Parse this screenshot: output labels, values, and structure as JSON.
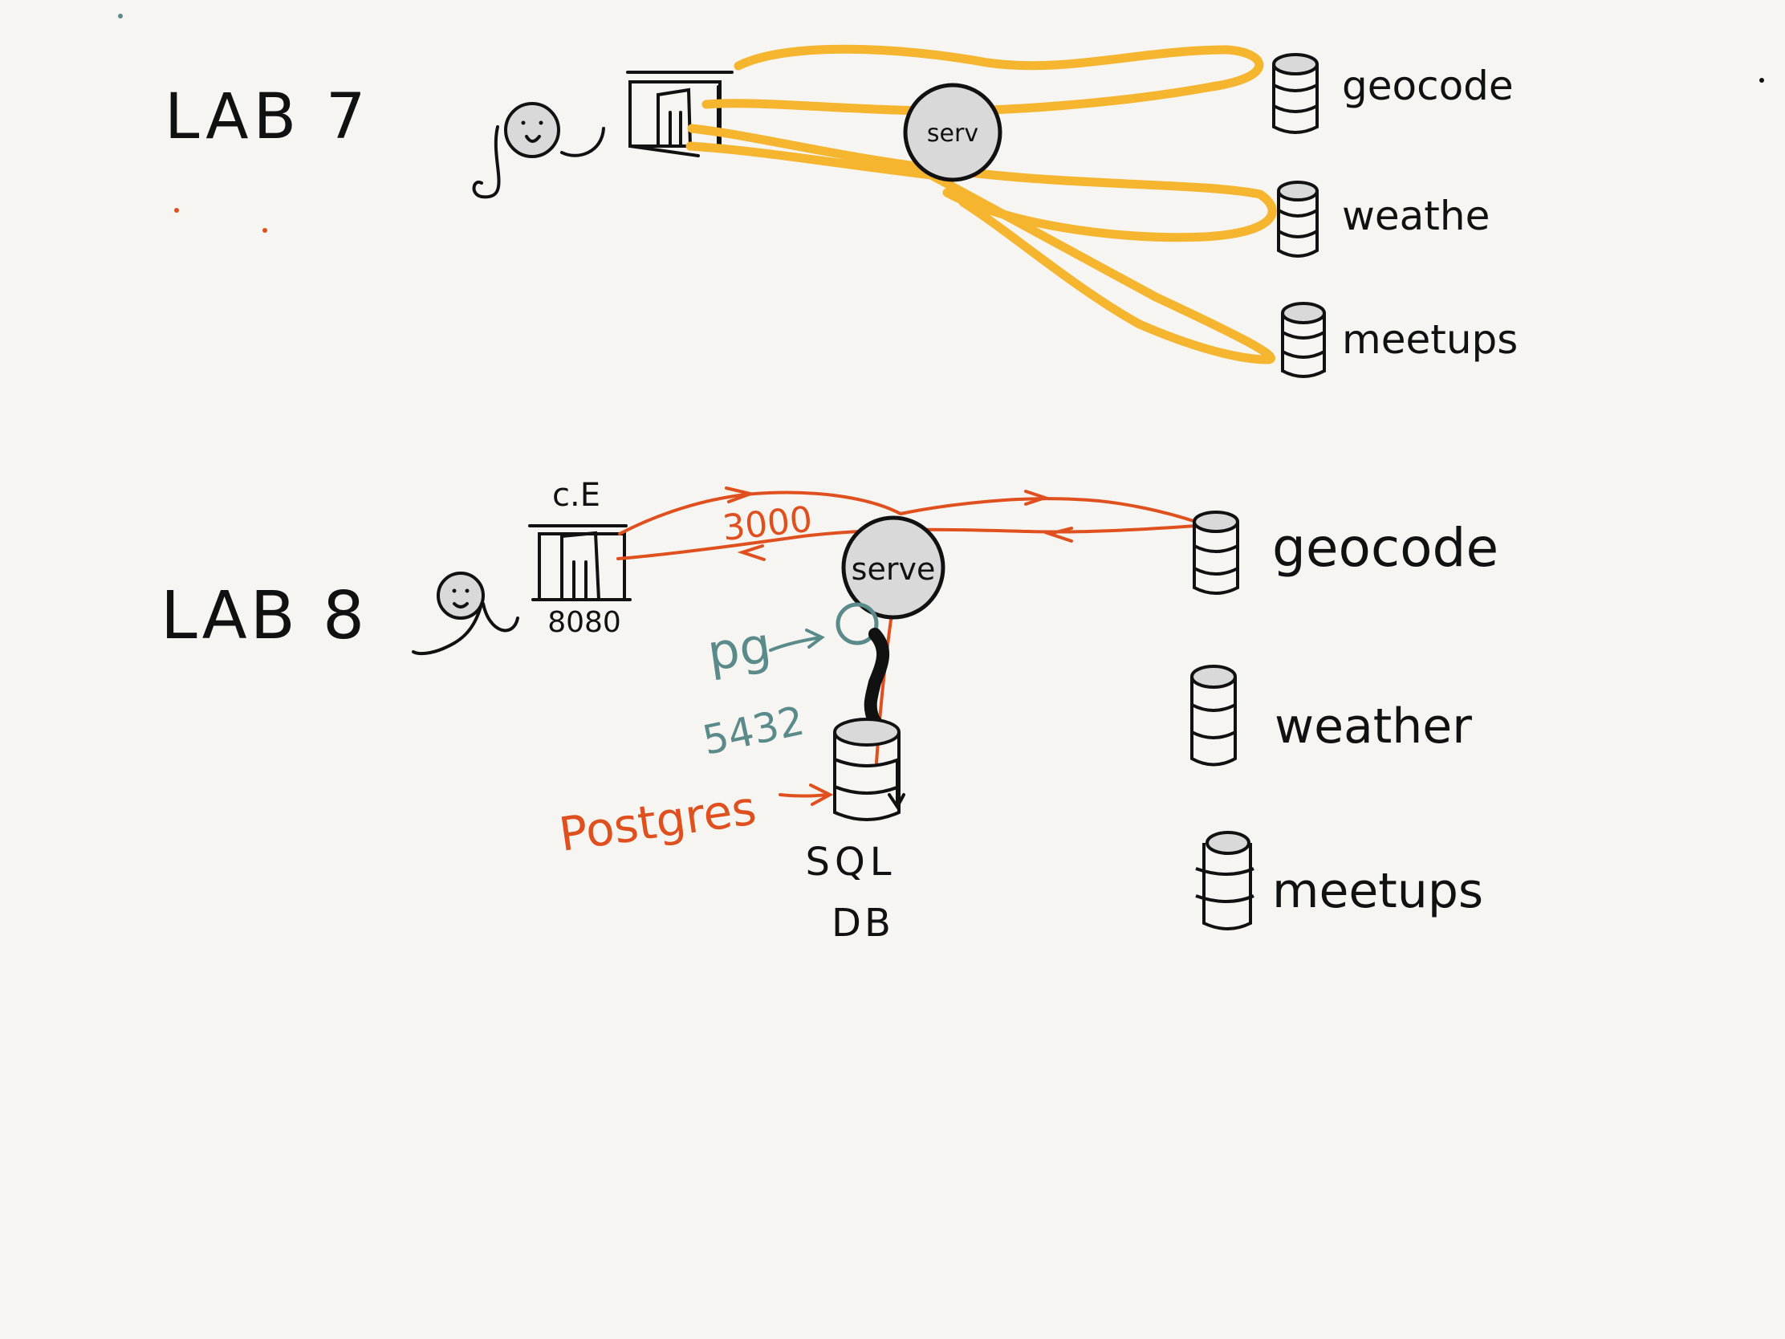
{
  "colors": {
    "background": "#f6f5f1",
    "ink": "#111111",
    "highlight": "#f5b52e",
    "flow": "#e0501f",
    "pg": "#5b8a8a",
    "fill": "#d9d9d9"
  },
  "lab7": {
    "title": "LAB 7",
    "server_label": "serv",
    "apis": [
      "geocode",
      "weathe",
      "meetups"
    ]
  },
  "lab8": {
    "title": "LAB 8",
    "browser_label": "c.E",
    "browser_port": "8080",
    "server_port": "3000",
    "server_label": "serve",
    "pg_label": "pg",
    "pg_port": "5432",
    "db_type": "Postgres",
    "db_label_line1": "SQL",
    "db_label_line2": "DB",
    "apis": [
      "geocode",
      "weather",
      "meetups"
    ]
  }
}
